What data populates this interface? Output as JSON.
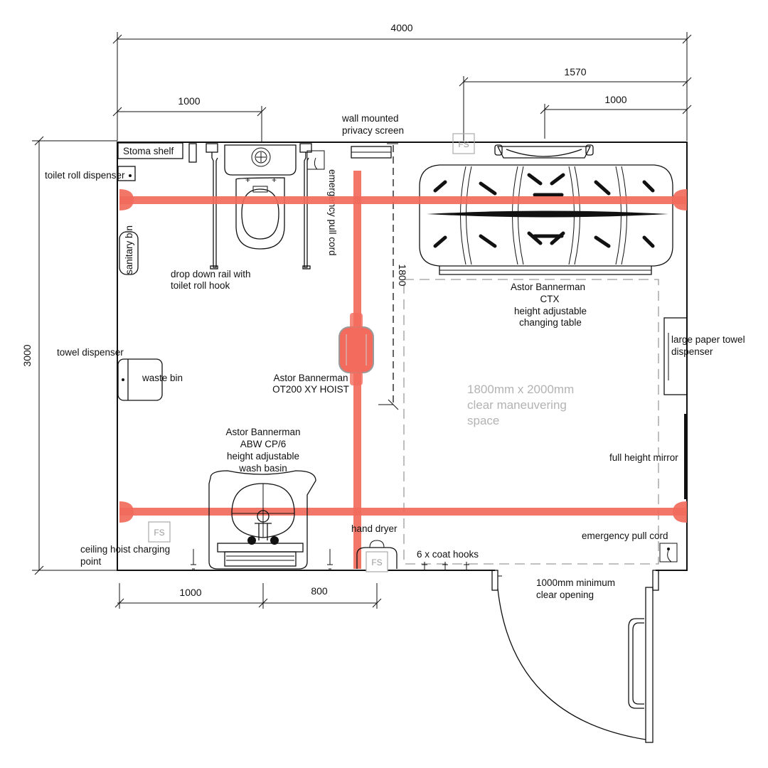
{
  "dimensions": {
    "overall_width": "4000",
    "overall_depth": "3000",
    "toilet_offset": "1000",
    "table_offset": "1570",
    "table_center": "1000",
    "bottom_left": "1000",
    "bottom_right": "800",
    "table_length": "1800"
  },
  "labels": {
    "stoma_shelf": "Stoma shelf",
    "toilet_roll_dispenser": "toilet roll dispenser",
    "sanitary_bin": "sanitary bin",
    "drop_down_rail_1": "drop down rail with",
    "drop_down_rail_2": "toilet roll hook",
    "towel_dispenser": "towel dispenser",
    "waste_bin": "waste bin",
    "privacy_screen_1": "wall mounted",
    "privacy_screen_2": "privacy screen",
    "emergency_pull_cord_top": "emergency pull cord",
    "hoist_1": "Astor Bannerman",
    "hoist_2": "OT200 XY HOIST",
    "table_1": "Astor Bannerman",
    "table_2": "CTX",
    "table_3": "height adjustable",
    "table_4": "changing table",
    "basin_1": "Astor Bannerman",
    "basin_2": "ABW CP/6",
    "basin_3": "height adjustable",
    "basin_4": "wash basin",
    "paper_towel_1": "large paper towel",
    "paper_towel_2": "dispenser",
    "mirror": "full height mirror",
    "hand_dryer": "hand dryer",
    "coat_hooks": "6 x coat hooks",
    "emergency_pull_cord_bottom": "emergency pull cord",
    "charging_point_1": "ceiling hoist charging",
    "charging_point_2": "point",
    "clear_opening_1": "1000mm minimum",
    "clear_opening_2": "clear opening",
    "space_1": "1800mm x 2000mm",
    "space_2": "clear maneuvering",
    "space_3": "space",
    "fs_tag": "FS"
  },
  "colors": {
    "hoist_track": "#f26b5c",
    "linework": "#111111",
    "clear_space_text": "#b3b3b3"
  }
}
